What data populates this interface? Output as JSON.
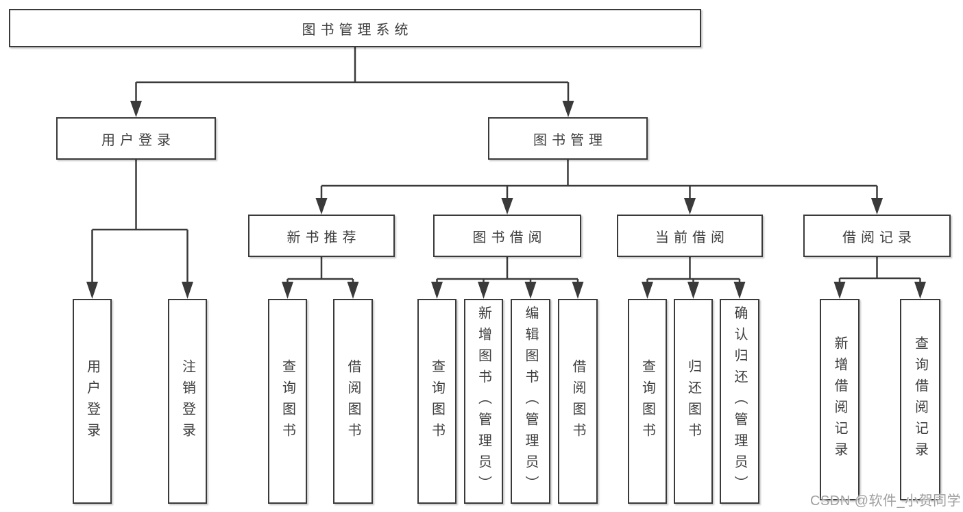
{
  "colors": {
    "line": "#3a3a3a",
    "box_border": "#3a3a3a",
    "box_fill": "#ffffff",
    "text": "#3f3f3f",
    "watermark": "#9e9e9e",
    "background": "#ffffff"
  },
  "watermark": {
    "text": "CSDN @软件_小贺同学"
  },
  "tree": {
    "label": "图书管理系统",
    "children": [
      {
        "label": "用户登录",
        "children": [
          {
            "label": "用户登录"
          },
          {
            "label": "注销登录"
          }
        ]
      },
      {
        "label": "图书管理",
        "children": [
          {
            "label": "新书推荐",
            "children": [
              {
                "label": "查询图书"
              },
              {
                "label": "借阅图书"
              }
            ]
          },
          {
            "label": "图书借阅",
            "children": [
              {
                "label": "查询图书"
              },
              {
                "label": "新增图书（管理员）"
              },
              {
                "label": "编辑图书（管理员）"
              },
              {
                "label": "借阅图书"
              }
            ]
          },
          {
            "label": "当前借阅",
            "children": [
              {
                "label": "查询图书"
              },
              {
                "label": "归还图书"
              },
              {
                "label": "确认归还（管理员）"
              }
            ]
          },
          {
            "label": "借阅记录",
            "children": [
              {
                "label": "新增借阅记录"
              },
              {
                "label": "查询借阅记录"
              }
            ]
          }
        ]
      }
    ]
  }
}
